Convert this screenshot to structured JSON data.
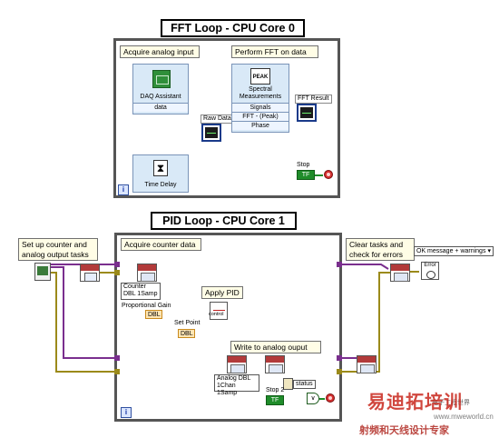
{
  "fft_section": {
    "title": "FFT Loop - CPU Core 0",
    "acquire_comment": "Acquire analog input",
    "daq_assistant_label": "DAQ Assistant",
    "daq_assistant_terminal": "data",
    "time_delay_label": "Time Delay",
    "raw_data_label": "Raw Data",
    "perform_fft_comment": "Perform FFT on data",
    "spectral_label": "Spectral Measurements",
    "spectral_icon_text": "PEAK",
    "spectral_rows": [
      "Signals",
      "FFT - (Peak)",
      "Phase"
    ],
    "fft_result_label": "FFT Result",
    "stop_label": "Stop",
    "stop_const": "TF",
    "iteration": "i"
  },
  "pid_section": {
    "title": "PID Loop - CPU Core 1",
    "setup_comment": "Set up counter and analog output tasks",
    "acquire_counter_comment": "Acquire counter data",
    "counter_ring": "Counter DBL 1Samp",
    "proportional_gain_label": "Proportional Gain",
    "pg_const": "DBL",
    "set_point_label": "Set Point",
    "sp_const": "DBL",
    "apply_pid_comment": "Apply PID",
    "pid_control_text": "control",
    "write_comment": "Write to analog ouput",
    "analog_ring": "Analog DBL 1Chan 1Samp",
    "status_label": "status",
    "stop_label": "Stop 2",
    "stop_const": "TF",
    "clear_comment": "Clear tasks and check for errors",
    "error_ring": "OK message + warnings",
    "error_icon_text": "Error",
    "iteration": "i"
  },
  "watermark": {
    "main": "易迪拓培训",
    "tagline": "射频和天线设计专家",
    "site": "www.mweworld.cn",
    "small": "电子工程世界"
  },
  "colors": {
    "dynamic_wire": "#1a3a8a",
    "daqmx_wire": "#7a2f8e",
    "error_wire": "#9b8a1a",
    "numeric_wire": "#d88a1a",
    "boolean_wire": "#1f8c2a"
  }
}
